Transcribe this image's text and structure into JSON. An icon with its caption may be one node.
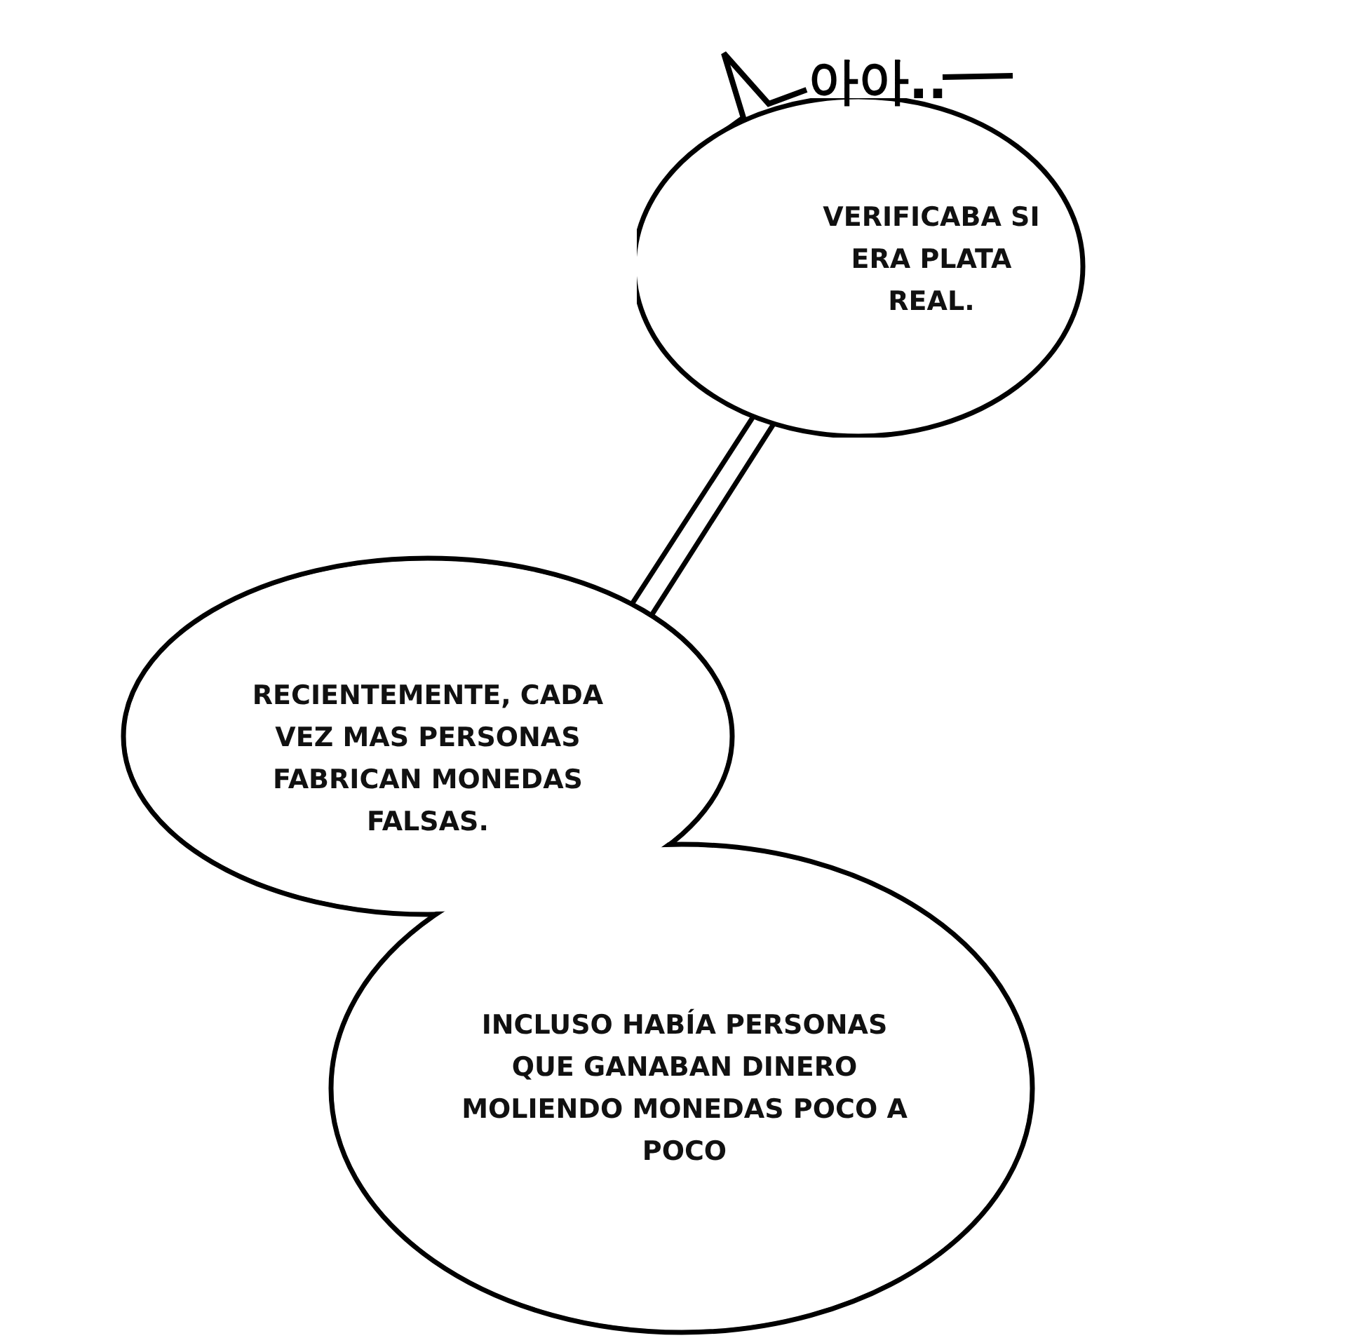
{
  "diagram": {
    "nodes": [
      {
        "text": [
          "VERIFICABA SI ERA PLATA REAL."
        ]
      },
      {
        "text": [
          "RECIENTEMENTE, CADA VEZ MAS PERSONAS FABRICAN MONEDAS FALSAS.",
          "INCLUSO HABÍA PERSONAS QUE GANABAN DINERO MOLIENDO MONEDAS POCO A POCO"
        ]
      }
    ],
    "edges": [
      {
        "from": 0,
        "to": 1,
        "arrow": "none"
      }
    ],
    "labels": [
      "아아.."
    ]
  }
}
